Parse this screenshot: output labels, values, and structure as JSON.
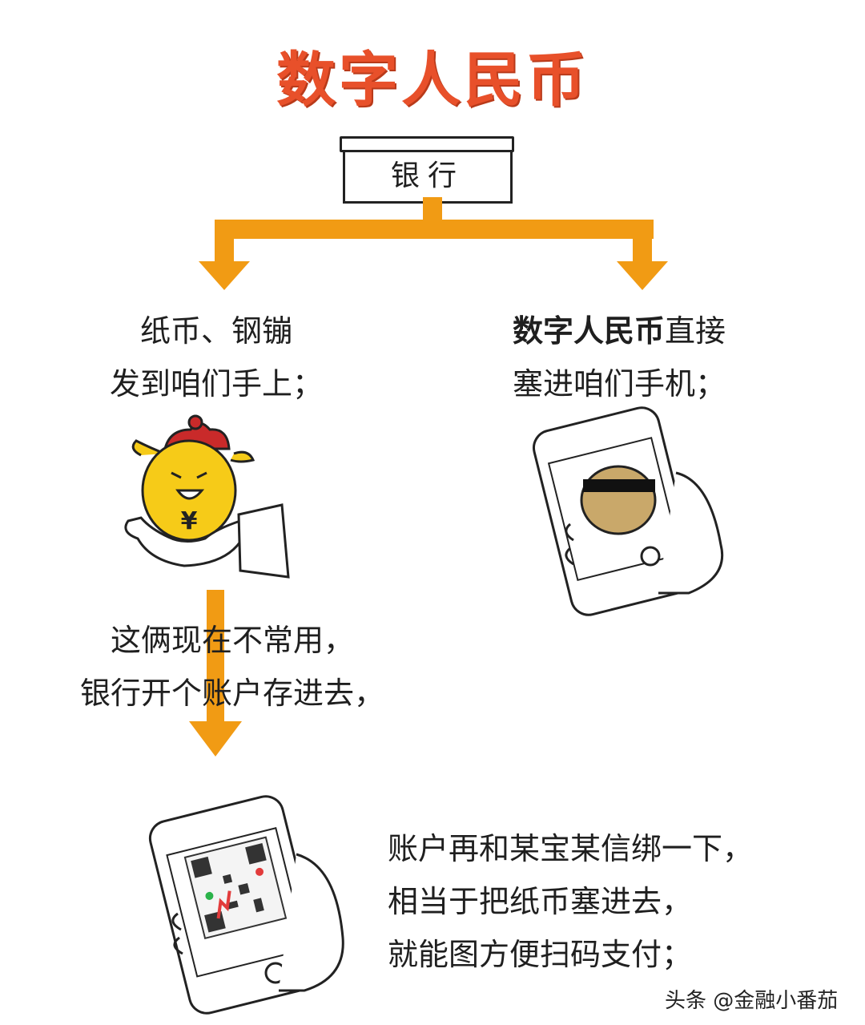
{
  "title": "数字人民币",
  "bank_label": "银行",
  "left_text": [
    "纸币、钢镚",
    "发到咱们手上；"
  ],
  "right_text_bold": "数字人民币",
  "right_text_rest": "直接",
  "right_text_line2": "塞进咱们手机；",
  "mid_text": [
    "这俩现在不常用，",
    "银行开个账户存进去，"
  ],
  "bottom_text": [
    "账户再和某宝某信绑一下，",
    "相当于把纸币塞进去，",
    "就能图方便扫码支付；"
  ],
  "coin_symbol": "¥",
  "footer": "头条 @金融小番茄",
  "colors": {
    "title": "#e8502a",
    "arrow": "#f19b14",
    "coin": "#f6cb18"
  }
}
